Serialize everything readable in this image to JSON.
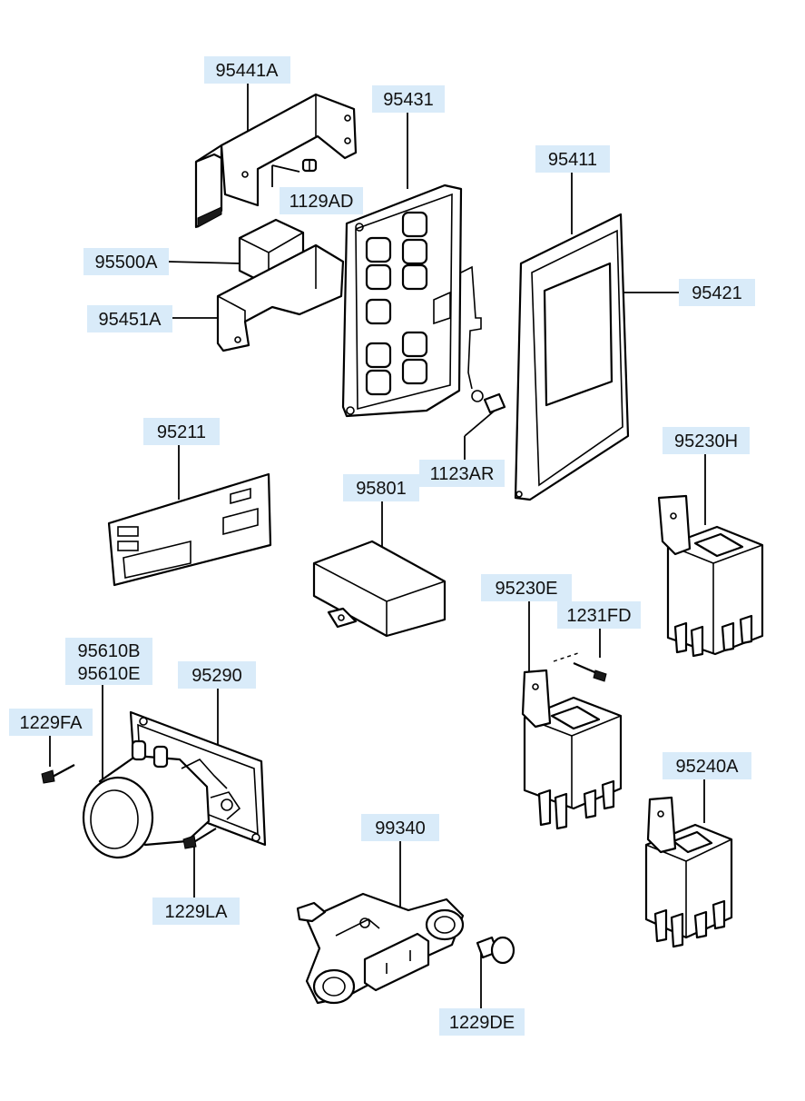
{
  "colors": {
    "label_bg": "#d9ebf9",
    "ink": "#000000"
  },
  "labels": {
    "p95441A": "95441A",
    "p95431": "95431",
    "p1129AD": "1129AD",
    "p95411": "95411",
    "p95500A": "95500A",
    "p95421": "95421",
    "p95451A": "95451A",
    "p95211": "95211",
    "p95230H": "95230H",
    "p1123AR": "1123AR",
    "p95801": "95801",
    "p95230E": "95230E",
    "p1231FD": "1231FD",
    "p95610B": "95610B",
    "p95610E": "95610E",
    "p95290": "95290",
    "p1229FA": "1229FA",
    "p95240A": "95240A",
    "p99340": "99340",
    "p1229LA": "1229LA",
    "p1229DE": "1229DE"
  }
}
